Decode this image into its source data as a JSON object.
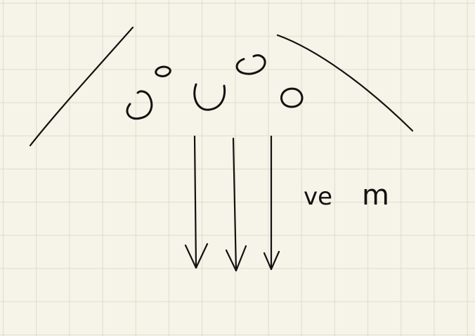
{
  "canvas": {
    "paper": "grid-notebook",
    "paper_color": "#f6f4e8",
    "grid_color": "#dcdccb",
    "ink_color": "#111111"
  },
  "labels": {
    "label_ve": "ve",
    "label_m": "m"
  },
  "shapes": {
    "particle_count": 5,
    "arrow_count": 3
  }
}
